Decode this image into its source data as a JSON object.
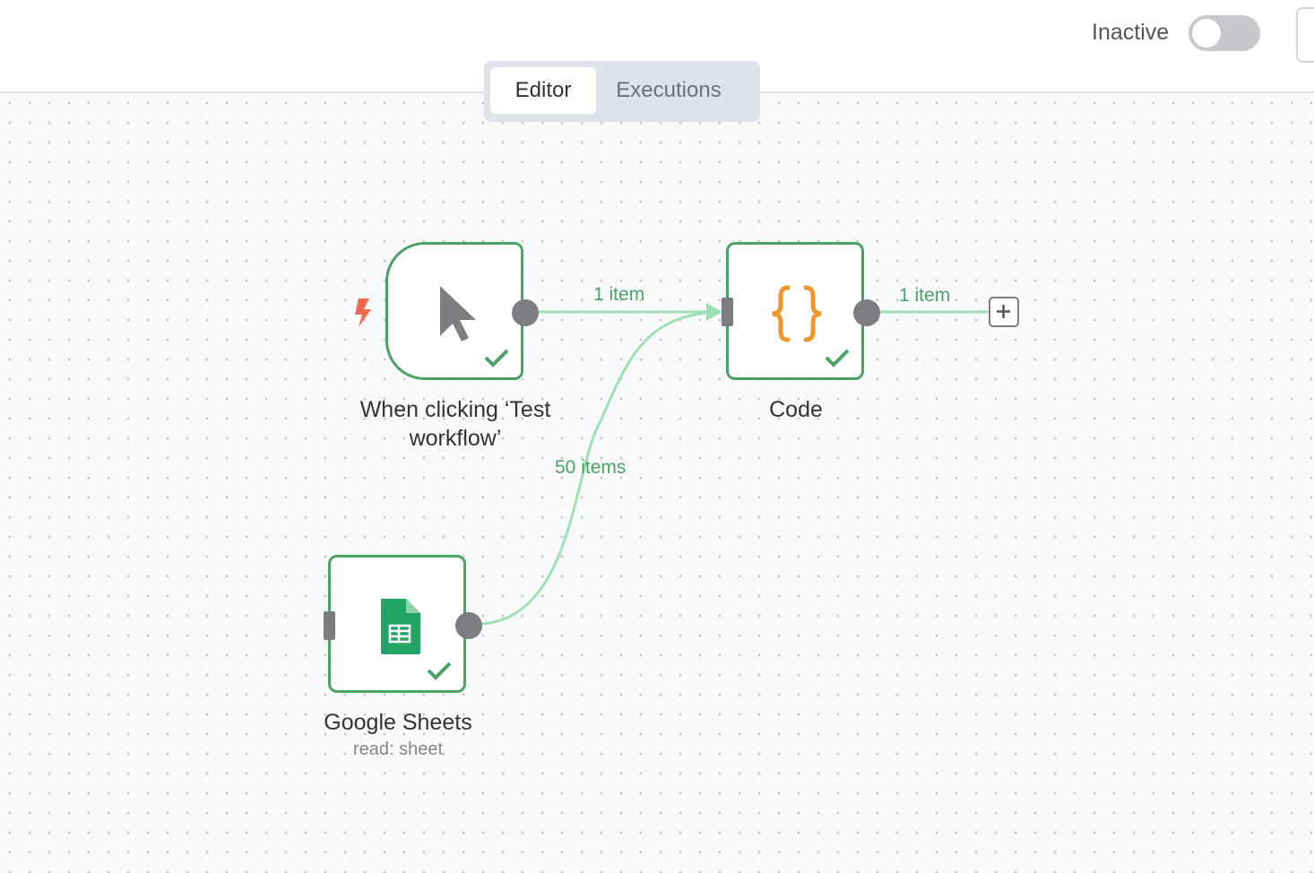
{
  "header": {
    "status_label": "Inactive",
    "active_toggle": false,
    "tabs": [
      {
        "label": "Editor",
        "active": true
      },
      {
        "label": "Executions",
        "active": false
      }
    ]
  },
  "nodes": {
    "trigger": {
      "title_line1": "When clicking ‘Test",
      "title_line2": "workflow’",
      "icon": "mouse-pointer-icon",
      "status": "success"
    },
    "code": {
      "title": "Code",
      "icon": "code-braces-icon",
      "status": "success"
    },
    "sheets": {
      "title": "Google Sheets",
      "subtitle": "read: sheet",
      "icon": "google-sheets-icon",
      "status": "success"
    }
  },
  "connections": {
    "trigger_to_code": "1 item",
    "sheets_to_code": "50 items",
    "code_output": "1 item"
  },
  "colors": {
    "success": "#4aa365",
    "edge": "#9ee0b4",
    "trigger_bolt": "#ec6a4d",
    "code_icon": "#f0962b",
    "sheets_icon": "#23a566"
  }
}
